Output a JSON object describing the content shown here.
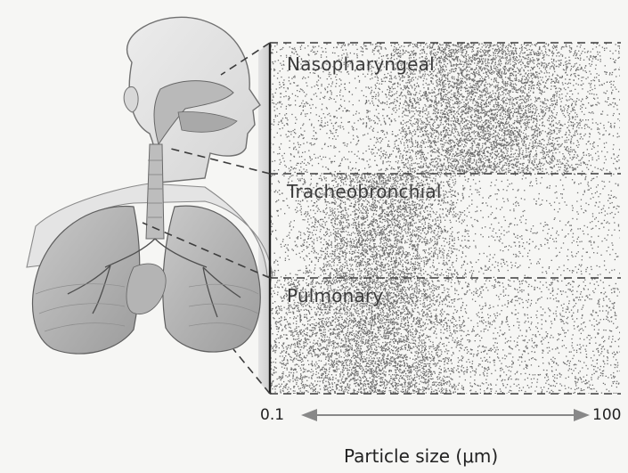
{
  "regions": [
    {
      "label": "Nasopharyngeal"
    },
    {
      "label": "Tracheobronchial"
    },
    {
      "label": "Pulmonary"
    }
  ],
  "axis": {
    "min_label": "0.1",
    "max_label": "100",
    "title": "Particle size (μm)"
  },
  "colors": {
    "background": "#f6f6f4",
    "dots": "#6e6e6e",
    "lines": "#3c3c3c",
    "arrow": "#888888"
  },
  "icons": [
    "respiratory-anatomy-illustration",
    "double-headed-arrow"
  ]
}
